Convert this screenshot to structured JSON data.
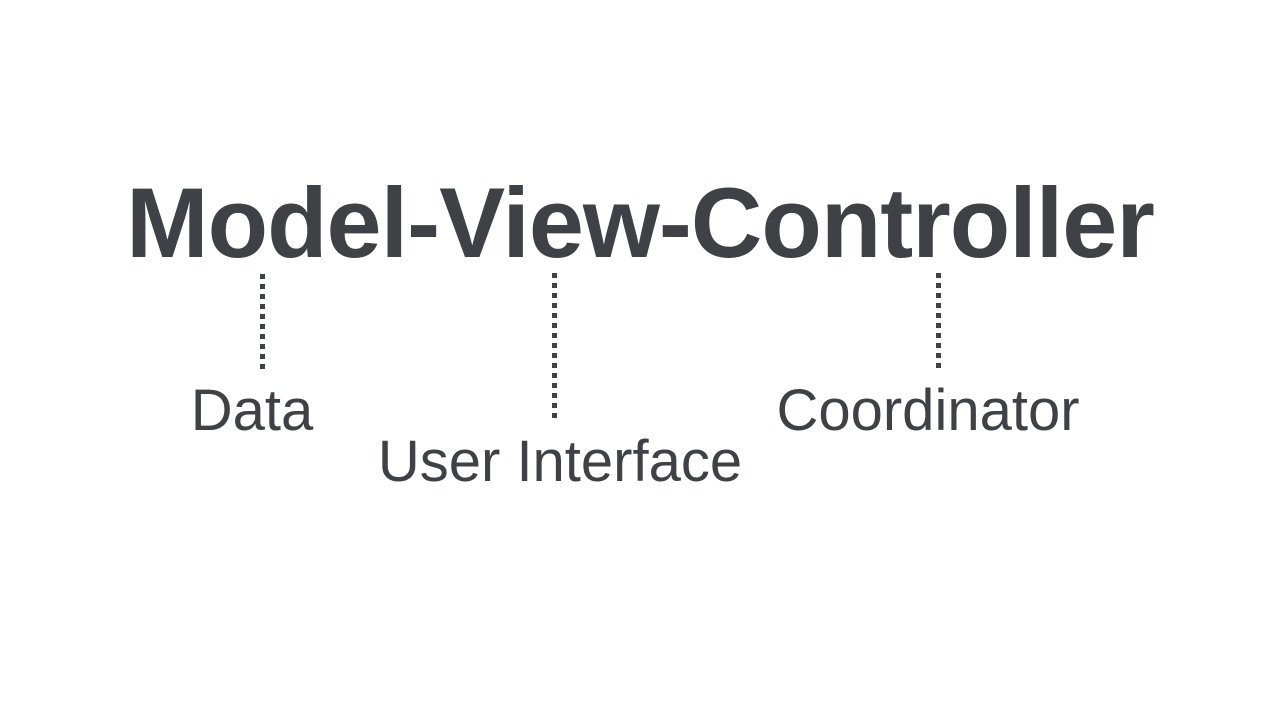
{
  "title": "Model-View-Controller",
  "colors": {
    "text": "#3E4246",
    "background": "#FFFFFF"
  },
  "branches": [
    {
      "term": "Model",
      "meaning": "Data"
    },
    {
      "term": "View",
      "meaning": "User Interface"
    },
    {
      "term": "Controller",
      "meaning": "Coordinator"
    }
  ]
}
